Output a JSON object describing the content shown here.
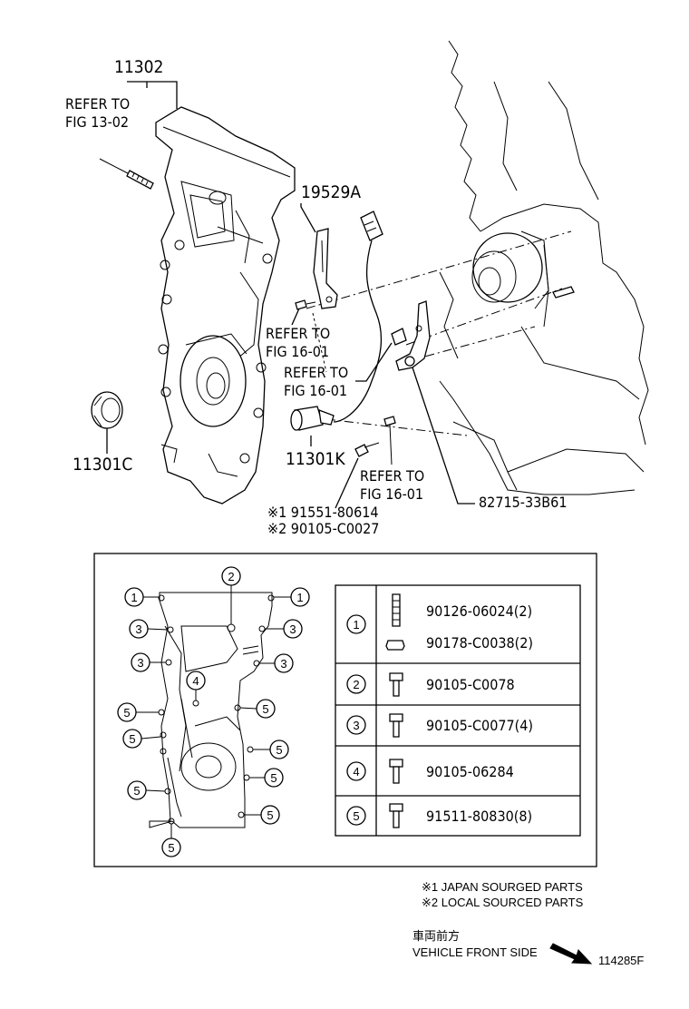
{
  "main_labels": {
    "cover": "11302",
    "refer_13_line1": "REFER TO",
    "refer_13_line2": "FIG 13-02",
    "bracket": "19529A",
    "refer_16a_line1": "REFER TO",
    "refer_16a_line2": "FIG 16-01",
    "refer_16b_line1": "REFER TO",
    "refer_16b_line2": "FIG 16-01",
    "refer_16c_line1": "REFER TO",
    "refer_16c_line2": "FIG 16-01",
    "seal": "11301C",
    "sensor": "11301K",
    "part_91551": "※1 91551-80614",
    "part_90105": "※2 90105-C0027",
    "part_82715": "82715-33B61"
  },
  "detail_numbers": [
    "1",
    "2",
    "3",
    "4",
    "5"
  ],
  "bolt_table": [
    {
      "ref": "1",
      "parts": [
        "90126-06024(2)",
        "90178-C0038(2)"
      ]
    },
    {
      "ref": "2",
      "parts": [
        "90105-C0078"
      ]
    },
    {
      "ref": "3",
      "parts": [
        "90105-C0077(4)"
      ]
    },
    {
      "ref": "4",
      "parts": [
        "90105-06284"
      ]
    },
    {
      "ref": "5",
      "parts": [
        "91511-80830(8)"
      ]
    }
  ],
  "notes": {
    "japan": "※1 JAPAN SOURGED PARTS",
    "local": "※2 LOCAL SOURCED PARTS"
  },
  "direction": {
    "jp": "車両前方",
    "en": "VEHICLE FRONT SIDE"
  },
  "figure_id": "114285F"
}
